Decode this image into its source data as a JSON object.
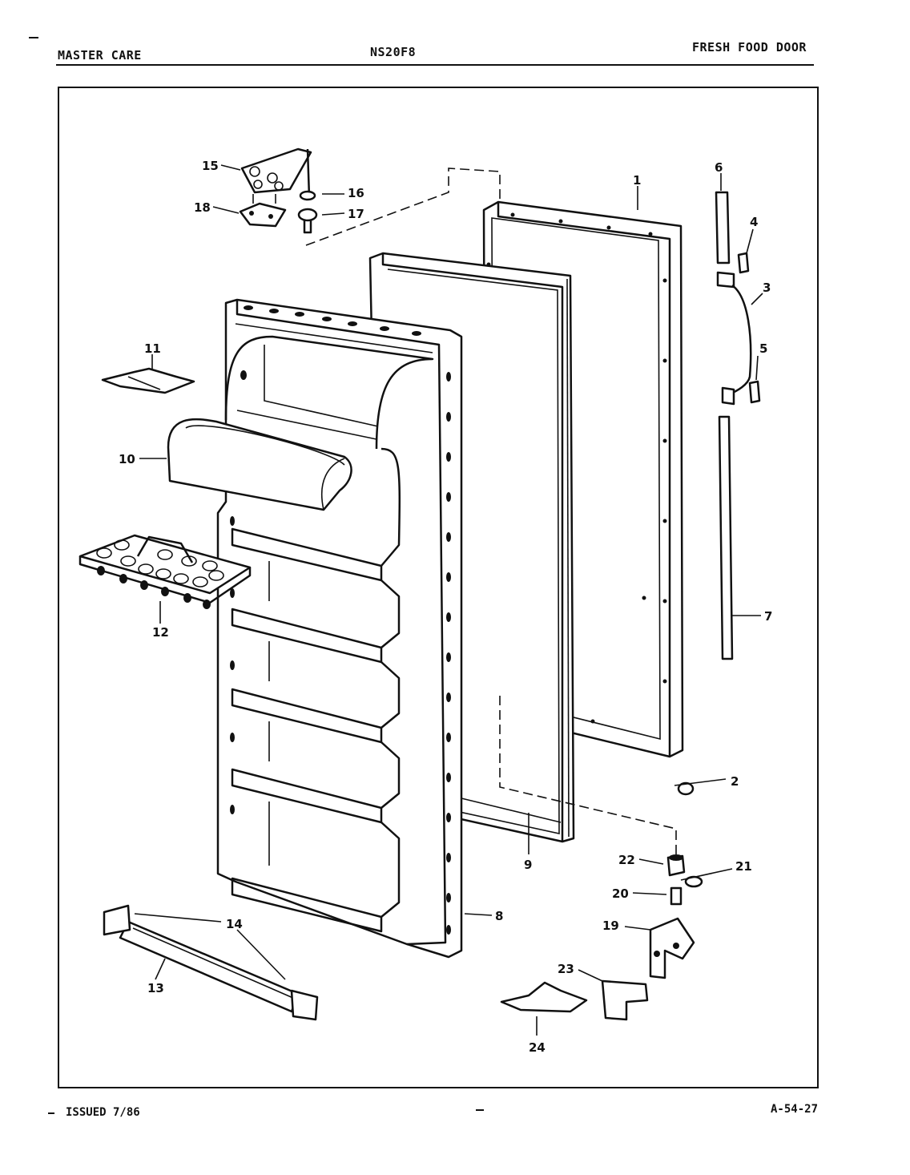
{
  "header": {
    "left": "MASTER CARE",
    "center": "NS20F8",
    "right": "FRESH FOOD DOOR"
  },
  "footer": {
    "left": "ISSUED 7/86",
    "right": "A-54-27"
  },
  "callouts": {
    "c1": "1",
    "c2": "2",
    "c3": "3",
    "c4": "4",
    "c5": "5",
    "c6": "6",
    "c7": "7",
    "c8": "8",
    "c9": "9",
    "c10": "10",
    "c11": "11",
    "c12": "12",
    "c13": "13",
    "c14": "14",
    "c15": "15",
    "c16": "16",
    "c17": "17",
    "c18": "18",
    "c19": "19",
    "c20": "20",
    "c21": "21",
    "c22": "22",
    "c23": "23",
    "c24": "24"
  }
}
